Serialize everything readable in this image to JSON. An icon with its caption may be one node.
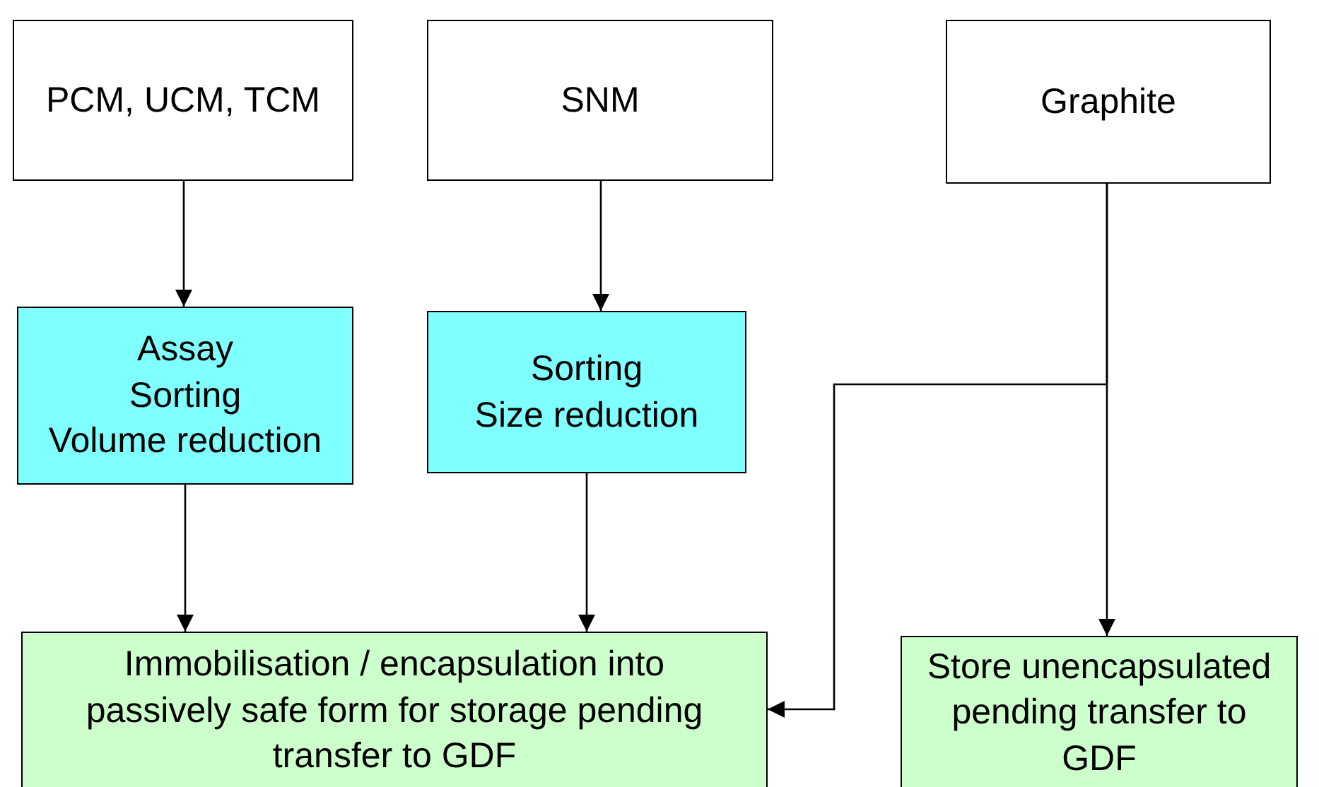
{
  "diagram": {
    "nodes": [
      {
        "text": [
          "PCM, UCM, TCM"
        ]
      },
      {
        "text": [
          "SNM"
        ]
      },
      {
        "text": [
          "Graphite"
        ]
      },
      {
        "text": [
          "Assay",
          "Sorting",
          "Volume reduction"
        ]
      },
      {
        "text": [
          "Sorting",
          "Size reduction"
        ]
      },
      {
        "text": [
          "Immobilisation / encapsulation into passively safe form for storage pending transfer to GDF"
        ]
      },
      {
        "text": [
          "Store unencapsulated pending transfer to GDF"
        ]
      }
    ],
    "edges": [
      {
        "from": 0,
        "to": 3,
        "arrow": "to"
      },
      {
        "from": 1,
        "to": 4,
        "arrow": "to"
      },
      {
        "from": 3,
        "to": 5,
        "arrow": "to"
      },
      {
        "from": 4,
        "to": 5,
        "arrow": "to"
      },
      {
        "from": 2,
        "to": 5,
        "arrow": "to"
      },
      {
        "from": 2,
        "to": 6,
        "arrow": "to"
      }
    ]
  }
}
